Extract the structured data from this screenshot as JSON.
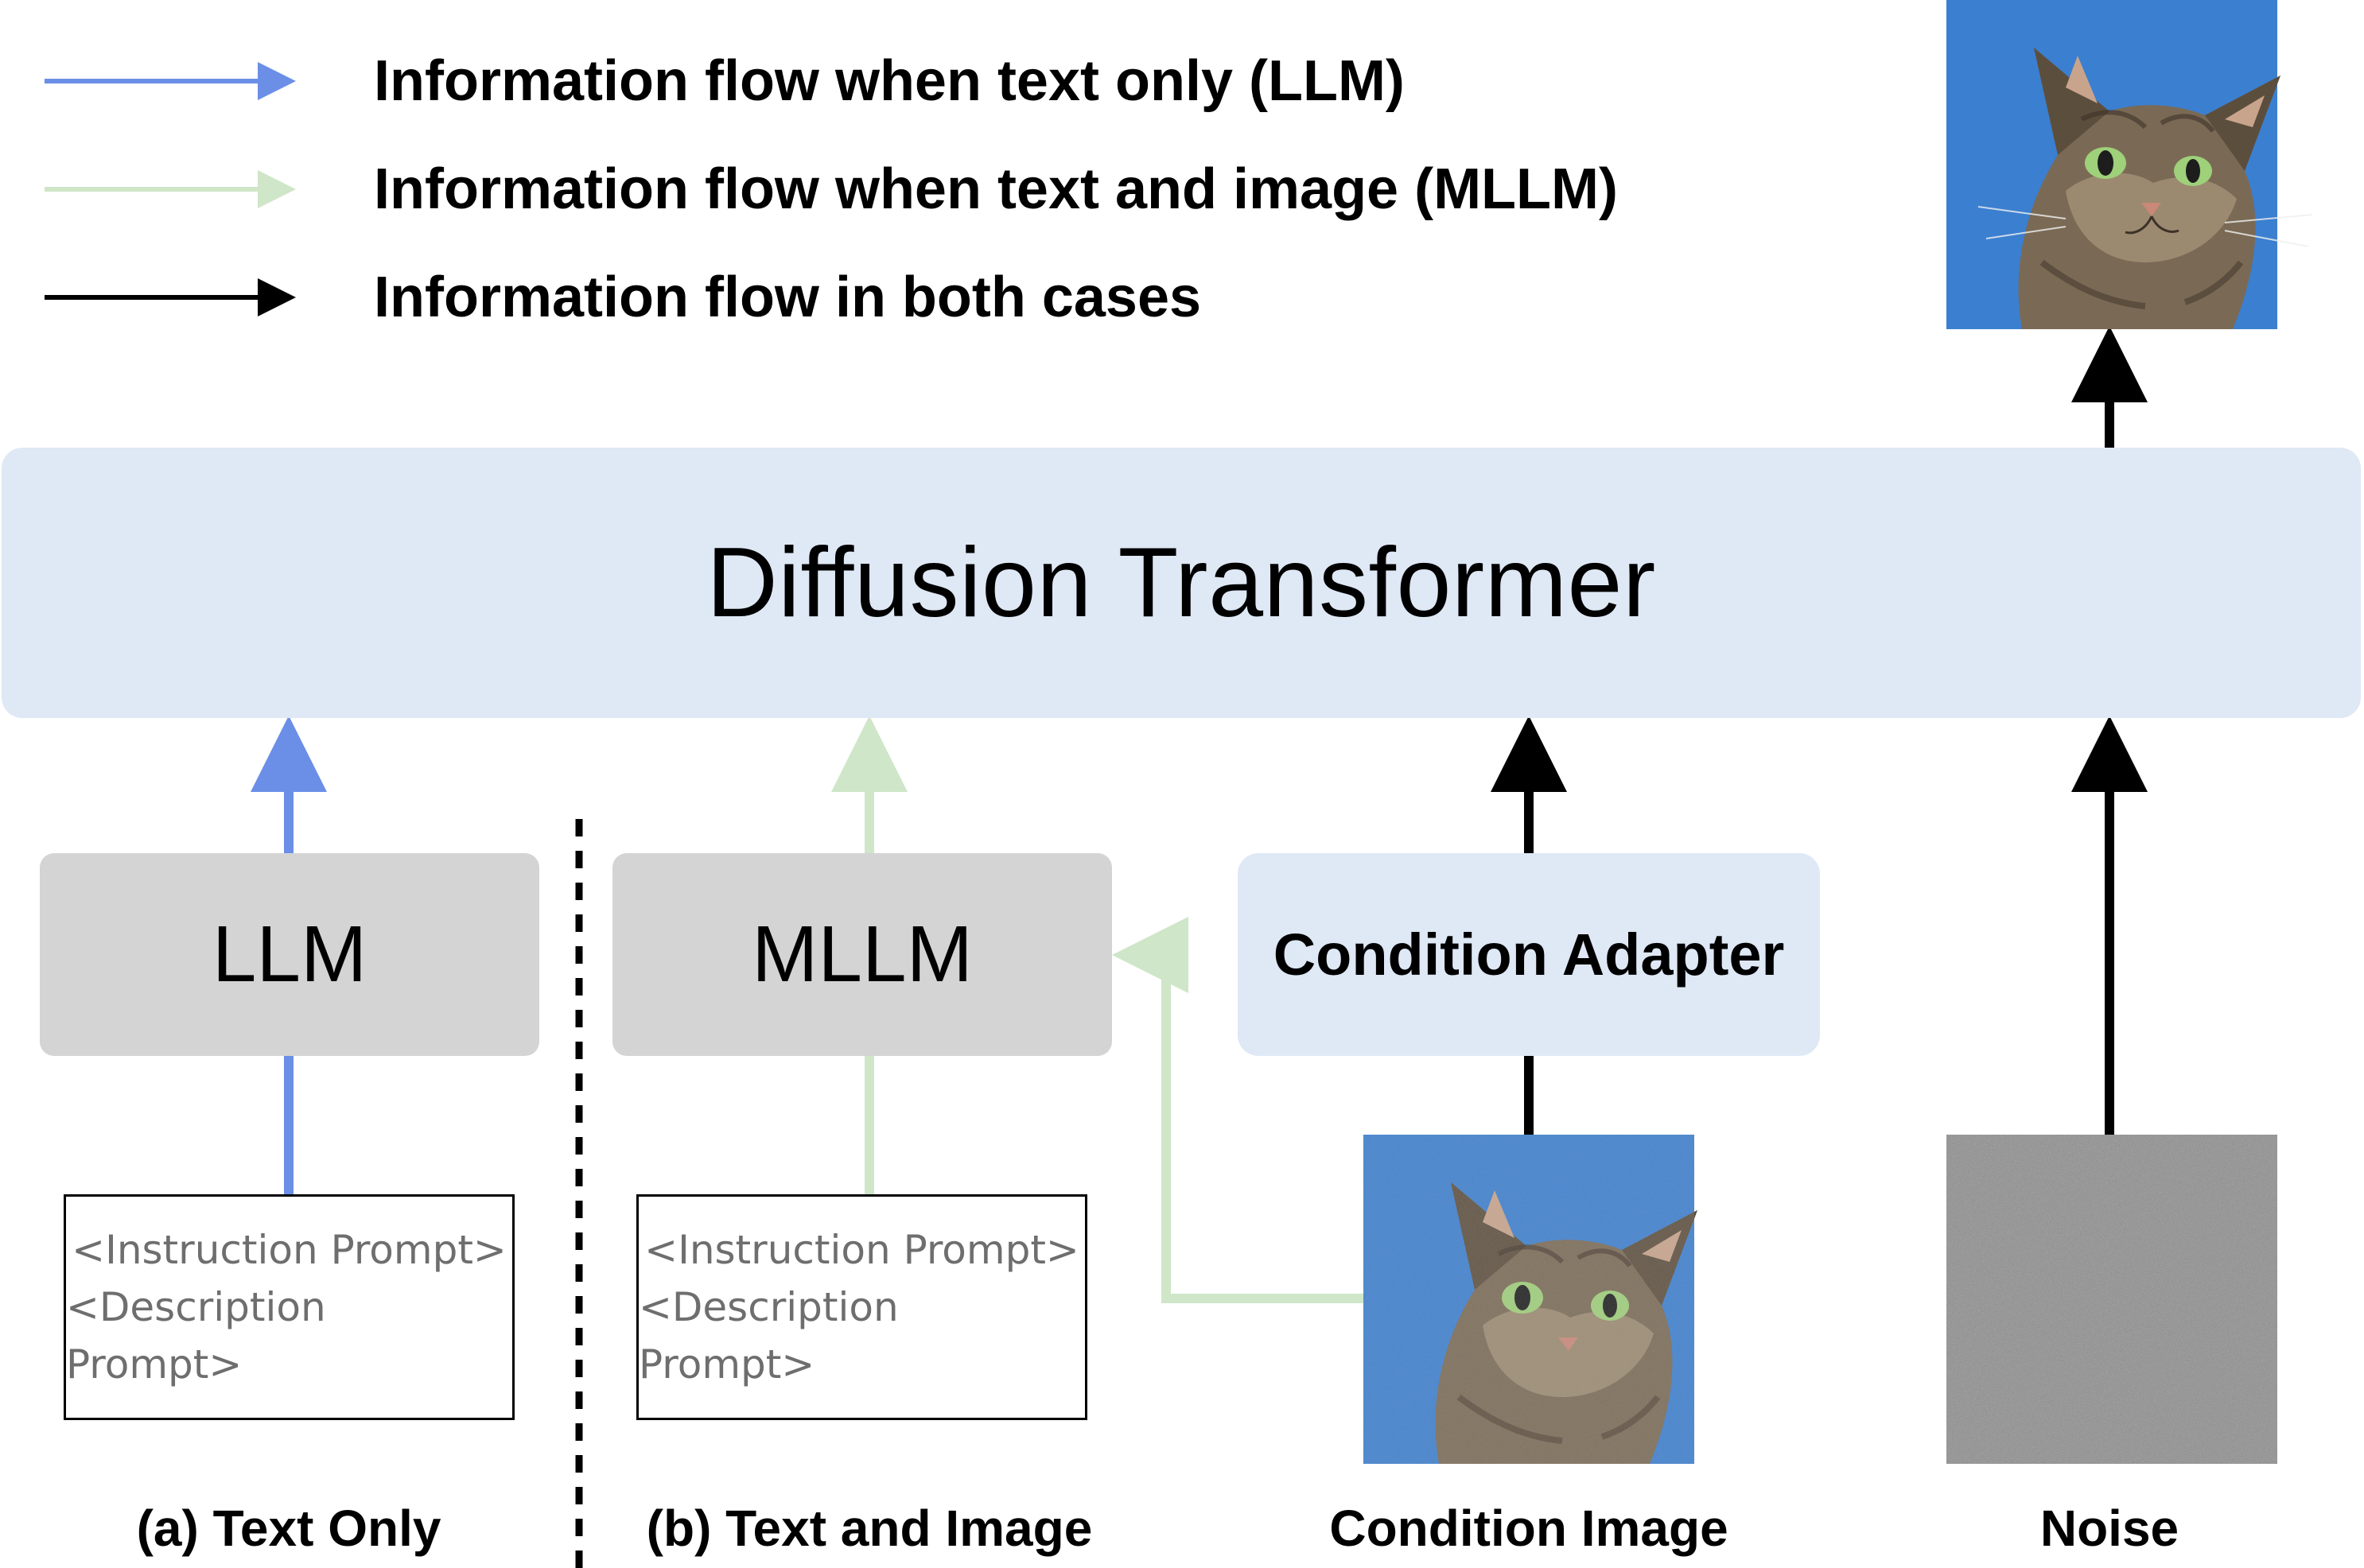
{
  "legend": [
    {
      "color": "#6b8fe6",
      "label": "Information flow when text only (LLM)"
    },
    {
      "color": "#cfe6c8",
      "label": "Information flow when text and image (MLLM)"
    },
    {
      "color": "#000000",
      "label": "Information flow in both cases"
    }
  ],
  "main_block": {
    "label": "Diffusion Transformer"
  },
  "modules": {
    "llm": "LLM",
    "mllm": "MLLM",
    "adapter": "Condition Adapter"
  },
  "prompts": {
    "instruction": "<Instruction Prompt>",
    "description": "<Description Prompt>"
  },
  "captions": {
    "text_only": "(a) Text Only",
    "text_and_image": "(b) Text and Image",
    "condition_image": "Condition Image",
    "noise": "Noise"
  },
  "images": {
    "output": "cat-photo-output",
    "condition": "cat-photo-noisy-condition",
    "noise": "gaussian-noise-image"
  },
  "colors": {
    "blue_flow": "#6b8fe6",
    "green_flow": "#cfe6c8",
    "black_flow": "#000000",
    "block_fill": "#dfe8f5",
    "module_fill": "#d4d4d4",
    "sky_blue": "#3b7fd0"
  }
}
